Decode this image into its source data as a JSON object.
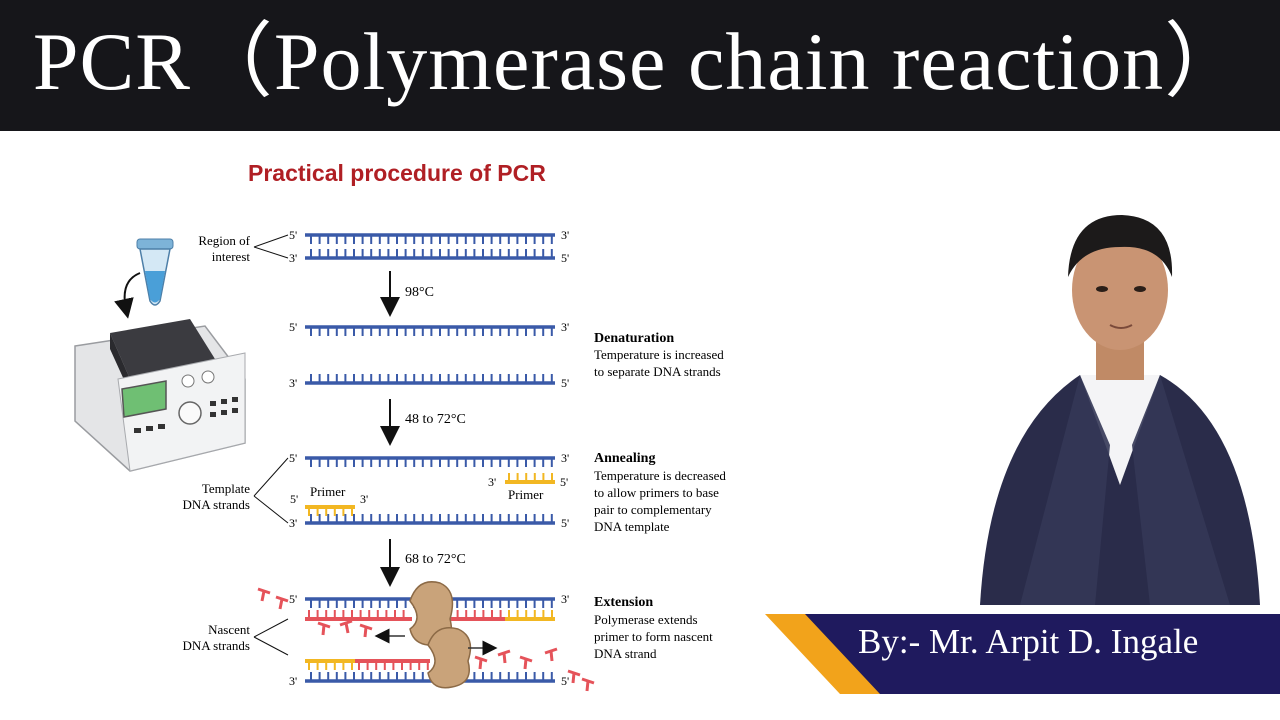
{
  "title": "PCR（Polymerase chain reaction）",
  "diagram": {
    "heading": "Practical procedure of PCR",
    "prime5": "5'",
    "prime3": "3'",
    "region_line1": "Region of",
    "region_line2": "interest",
    "template_line1": "Template",
    "template_line2": "DNA strands",
    "nascent_line1": "Nascent",
    "nascent_line2": "DNA strands",
    "primer": "Primer",
    "steps": [
      {
        "temp": "98°C",
        "name": "Denaturation",
        "desc": [
          "Temperature is increased",
          "to separate DNA strands"
        ]
      },
      {
        "temp": "48 to 72°C",
        "name": "Annealing",
        "desc": [
          "Temperature is decreased",
          "to allow primers to base",
          "pair to complementary",
          "DNA template"
        ]
      },
      {
        "temp": "68 to 72°C",
        "name": "Extension",
        "desc": [
          "Polymerase extends",
          "primer to form nascent",
          "DNA strand"
        ]
      }
    ]
  },
  "author": "By:- Mr. Arpit D. Ingale",
  "colors": {
    "title_bg": "#16161a",
    "heading": "#b01f24",
    "dna": "#3a5aa8",
    "primer": "#f2b722",
    "nascent": "#e5535a",
    "polymerase": "#c9a37a",
    "banner": "#1f1a5e",
    "banner_accent": "#f2a31b"
  }
}
